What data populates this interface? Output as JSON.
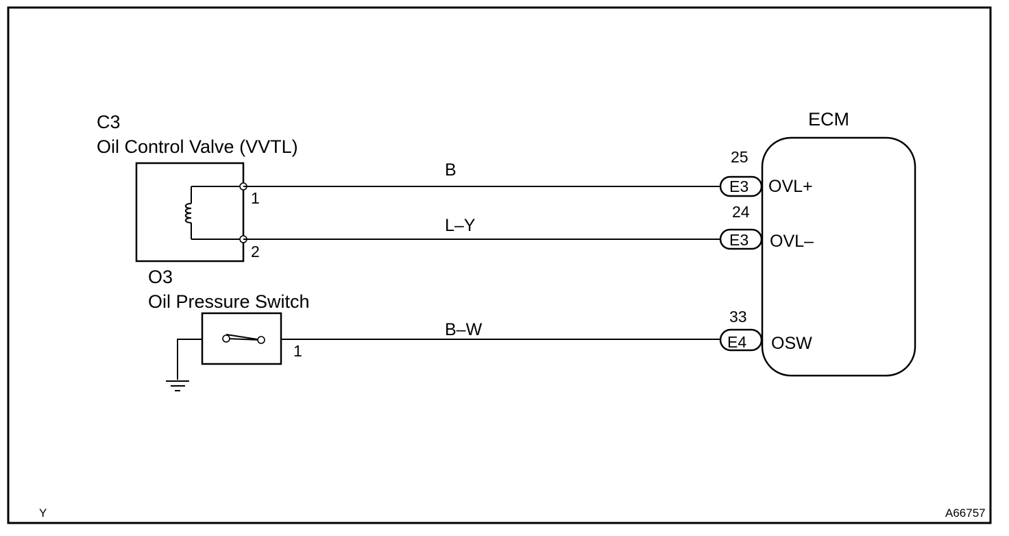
{
  "valve": {
    "code": "C3",
    "name": "Oil Control Valve (VVTL)",
    "pin1": "1",
    "pin2": "2"
  },
  "switch": {
    "code": "O3",
    "name": "Oil Pressure Switch",
    "pin": "1"
  },
  "ecm": {
    "title": "ECM",
    "pins": [
      {
        "number": "25",
        "connector": "E3",
        "signal": "OVL+"
      },
      {
        "number": "24",
        "connector": "E3",
        "signal": "OVL–"
      },
      {
        "number": "33",
        "connector": "E4",
        "signal": "OSW"
      }
    ]
  },
  "wires": [
    {
      "color": "B"
    },
    {
      "color": "L–Y"
    },
    {
      "color": "B–W"
    }
  ],
  "footer": {
    "left": "Y",
    "right": "A66757"
  }
}
